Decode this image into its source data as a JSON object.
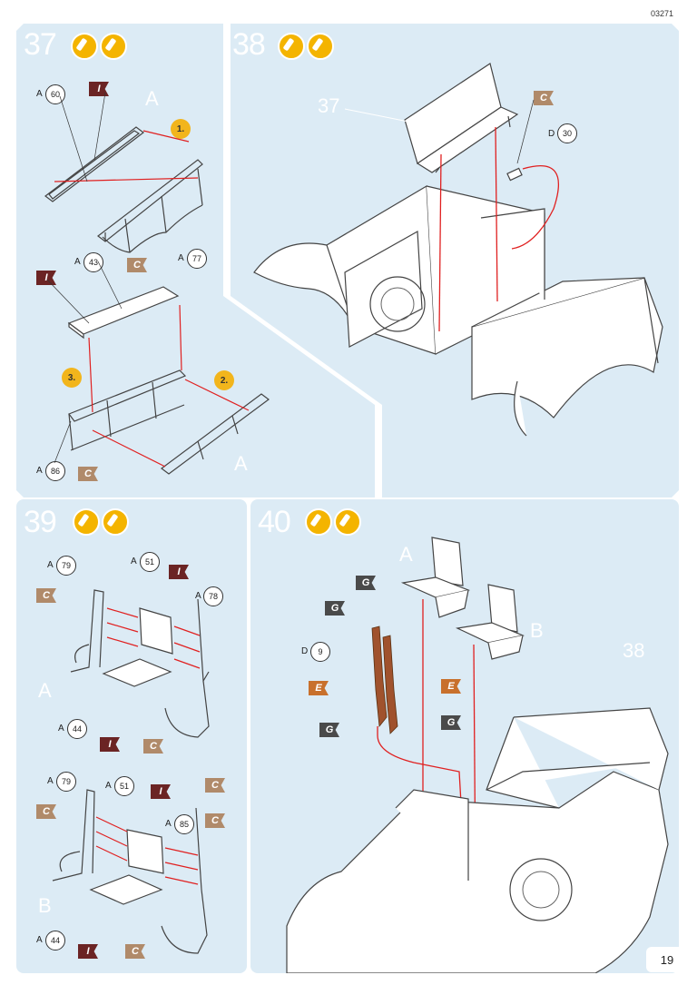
{
  "document_code": "03271",
  "page_number": "19",
  "steps": [
    {
      "number": "37",
      "labels": {
        "ghost_a_top": "A",
        "ghost_a_bottom": "A"
      },
      "parts": [
        {
          "sprue": "A",
          "num": "60"
        },
        {
          "sprue": "A",
          "num": "77"
        },
        {
          "sprue": "A",
          "num": "43"
        },
        {
          "sprue": "A",
          "num": "86"
        }
      ],
      "order_markers": [
        "1.",
        "2.",
        "3."
      ]
    },
    {
      "number": "38",
      "labels": {
        "ref": "37"
      },
      "parts": [
        {
          "sprue": "D",
          "num": "30"
        }
      ]
    },
    {
      "number": "39",
      "labels": {
        "ghost_a": "A",
        "ghost_b": "B"
      },
      "parts": [
        {
          "sprue": "A",
          "num": "79"
        },
        {
          "sprue": "A",
          "num": "51"
        },
        {
          "sprue": "A",
          "num": "78"
        },
        {
          "sprue": "A",
          "num": "44"
        },
        {
          "sprue": "A",
          "num": "79"
        },
        {
          "sprue": "A",
          "num": "51"
        },
        {
          "sprue": "A",
          "num": "85"
        },
        {
          "sprue": "A",
          "num": "44"
        }
      ]
    },
    {
      "number": "40",
      "labels": {
        "ghost_a": "A",
        "ghost_b": "B",
        "ref": "38"
      },
      "parts": [
        {
          "sprue": "D",
          "num": "9"
        }
      ]
    }
  ],
  "colors": {
    "panel_bg": "#dcebf5",
    "arrow": "#e02020",
    "paint_dark": "#6b2424",
    "paint_tan": "#b08a6a",
    "paint_grey": "#4a4a4a",
    "paint_orange": "#c8702c",
    "icon_yellow": "#f4b400"
  },
  "paint_codes": {
    "dark": "I",
    "tan": "C",
    "grey": "G",
    "orange": "E"
  }
}
